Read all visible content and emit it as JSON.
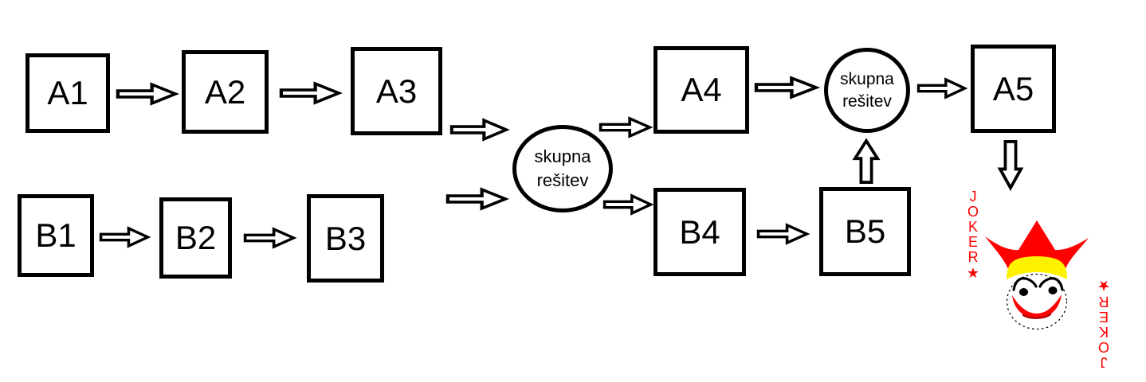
{
  "background": "#ffffff",
  "boxes": {
    "a1": {
      "label": "A1"
    },
    "a2": {
      "label": "A2"
    },
    "a3": {
      "label": "A3"
    },
    "a4": {
      "label": "A4"
    },
    "a5": {
      "label": "A5"
    },
    "b1": {
      "label": "B1"
    },
    "b2": {
      "label": "B2"
    },
    "b3": {
      "label": "B3"
    },
    "b4": {
      "label": "B4"
    },
    "b5": {
      "label": "B5"
    }
  },
  "circles": {
    "c1": {
      "line1": "skupna",
      "line2": "rešitev"
    },
    "c2": {
      "line1": "skupna",
      "line2": "rešitev"
    }
  },
  "connections": [
    {
      "from": "A1",
      "to": "A2"
    },
    {
      "from": "A2",
      "to": "A3"
    },
    {
      "from": "A3",
      "to": "skupna rešitev 1"
    },
    {
      "from": "B1",
      "to": "B2"
    },
    {
      "from": "B2",
      "to": "B3"
    },
    {
      "from": "B3",
      "to": "skupna rešitev 1"
    },
    {
      "from": "skupna rešitev 1",
      "to": "A4"
    },
    {
      "from": "skupna rešitev 1",
      "to": "B4"
    },
    {
      "from": "A4",
      "to": "skupna rešitev 2"
    },
    {
      "from": "B4",
      "to": "B5"
    },
    {
      "from": "B5",
      "to": "skupna rešitev 2"
    },
    {
      "from": "skupna rešitev 2",
      "to": "A5"
    },
    {
      "from": "A5",
      "to": "joker-card"
    }
  ],
  "joker": {
    "word": "JOKER",
    "letters": [
      "J",
      "O",
      "K",
      "E",
      "R"
    ],
    "star": "★",
    "colors": {
      "red": "#ff0000",
      "yellow": "#fff200",
      "black": "#000000",
      "white": "#ffffff"
    }
  }
}
